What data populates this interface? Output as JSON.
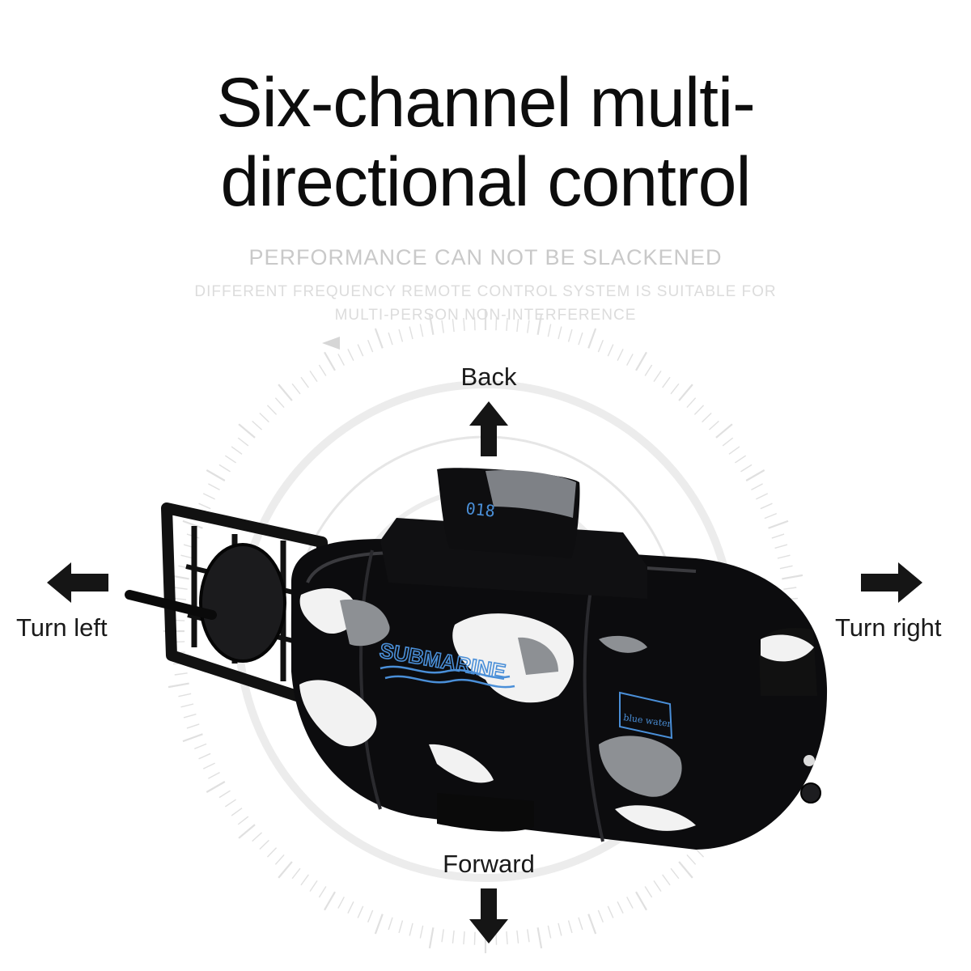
{
  "headline": {
    "line1": "Six-channel multi-",
    "line2": "directional control"
  },
  "subtitle": "PERFORMANCE CAN NOT BE SLACKENED",
  "description": {
    "line1": "DIFFERENT FREQUENCY REMOTE CONTROL SYSTEM IS SUITABLE FOR",
    "line2": "MULTI-PERSON NON-INTERFERENCE"
  },
  "directions": {
    "back": "Back",
    "forward": "Forward",
    "left": "Turn left",
    "right": "Turn right"
  },
  "submarine": {
    "hull_text": "SUBMARINE",
    "tower_number": "018",
    "badge_text": "blue water",
    "hull_color": "#0c0c0e",
    "camo_white": "#f2f2f2",
    "camo_gray": "#8d9094",
    "accent_blue": "#4a8fd8"
  },
  "colors": {
    "text": "#0d0d0d",
    "faint_text": "#c9c9c9",
    "dial": "#e2e2e2"
  }
}
